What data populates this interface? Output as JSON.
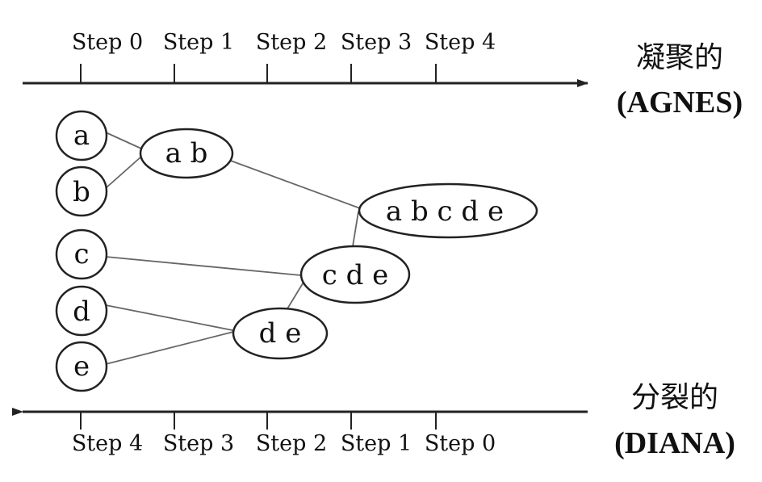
{
  "agnes": {
    "label_cn": "凝聚的",
    "label_en": "(AGNES)",
    "steps": [
      "Step 0",
      "Step 1",
      "Step 2",
      "Step 3",
      "Step 4"
    ]
  },
  "diana": {
    "label_cn": "分裂的",
    "label_en": "(DIANA)",
    "steps": [
      "Step 4",
      "Step 3",
      "Step 2",
      "Step 1",
      "Step 0"
    ]
  },
  "nodes": {
    "a": "a",
    "b": "b",
    "c": "c",
    "d": "d",
    "e": "e",
    "ab": "a b",
    "de": "d e",
    "cde": "c d e",
    "abcde": "a b c d e"
  }
}
